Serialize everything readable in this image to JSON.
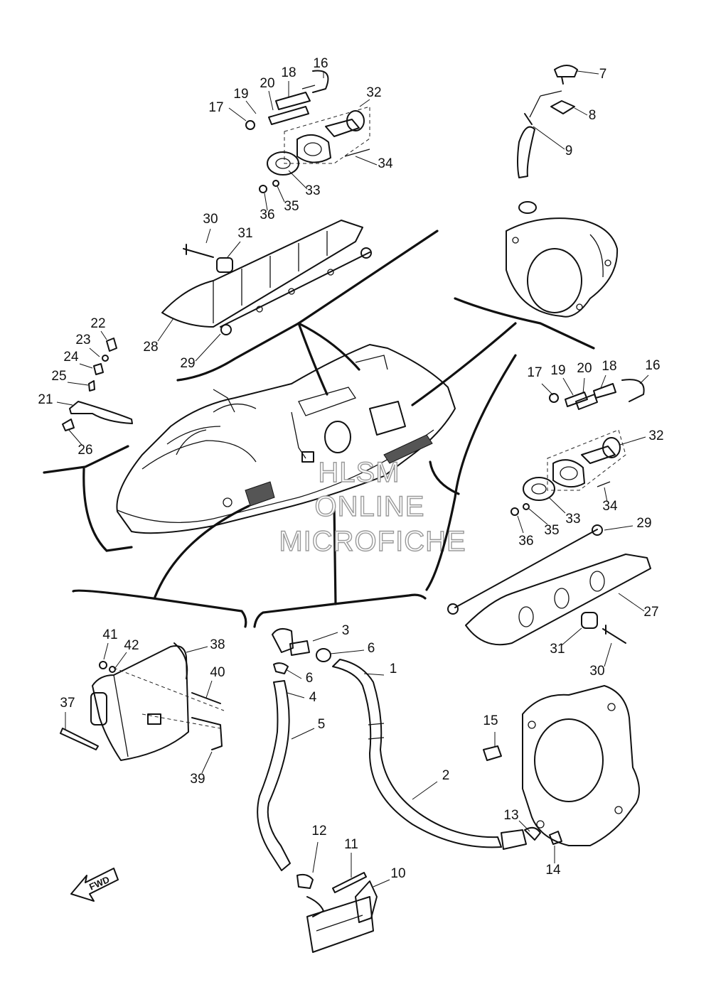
{
  "watermark": {
    "line1": "HLSM",
    "line2": "ONLINE",
    "line3": "MICROFICHE"
  },
  "fwd_label": "FWD",
  "callouts": [
    "1",
    "2",
    "3",
    "4",
    "5",
    "6",
    "7",
    "8",
    "9",
    "10",
    "11",
    "12",
    "13",
    "14",
    "15",
    "16",
    "17",
    "18",
    "19",
    "20",
    "21",
    "22",
    "23",
    "24",
    "25",
    "26",
    "27",
    "28",
    "29",
    "30",
    "31",
    "32",
    "33",
    "34",
    "35",
    "36",
    "37",
    "38",
    "39",
    "40",
    "41",
    "42"
  ]
}
